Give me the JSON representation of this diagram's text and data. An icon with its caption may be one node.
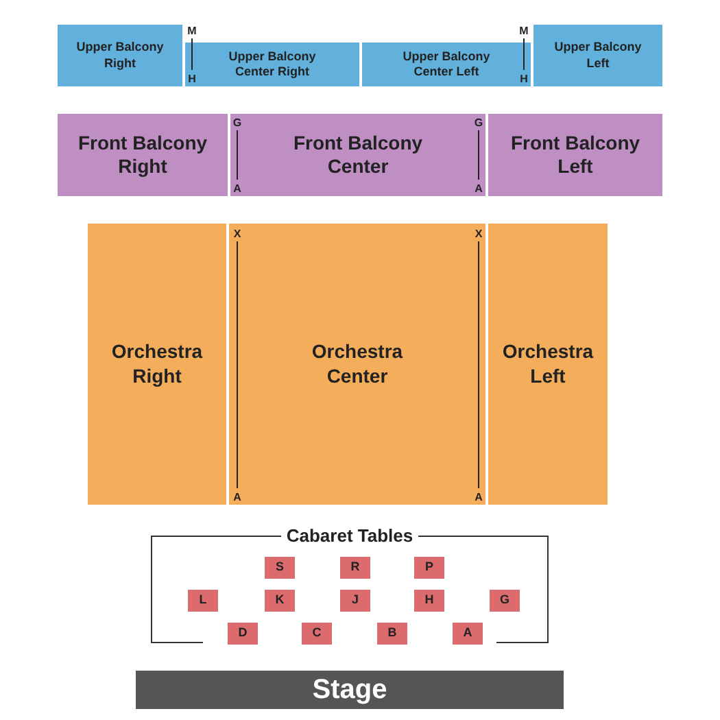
{
  "diagram": {
    "nodes": [
      {
        "text": [
          "Upper Balcony Right"
        ]
      },
      {
        "text": [
          "Upper Balcony Center Right"
        ]
      },
      {
        "text": [
          "Upper Balcony Center Left"
        ]
      },
      {
        "text": [
          "Upper Balcony Left"
        ]
      },
      {
        "text": [
          "Front Balcony Right"
        ]
      },
      {
        "text": [
          "Front Balcony Center"
        ]
      },
      {
        "text": [
          "Front Balcony Left"
        ]
      },
      {
        "text": [
          "Orchestra Right"
        ]
      },
      {
        "text": [
          "Orchestra Center"
        ]
      },
      {
        "text": [
          "Orchestra Left"
        ]
      },
      {
        "text": [
          "Cabaret Tables"
        ]
      },
      {
        "text": [
          "S"
        ],
        "in": 10
      },
      {
        "text": [
          "R"
        ],
        "in": 10
      },
      {
        "text": [
          "P"
        ],
        "in": 10
      },
      {
        "text": [
          "L"
        ],
        "in": 10
      },
      {
        "text": [
          "K"
        ],
        "in": 10
      },
      {
        "text": [
          "J"
        ],
        "in": 10
      },
      {
        "text": [
          "H"
        ],
        "in": 10
      },
      {
        "text": [
          "G"
        ],
        "in": 10
      },
      {
        "text": [
          "D"
        ],
        "in": 10
      },
      {
        "text": [
          "C"
        ],
        "in": 10
      },
      {
        "text": [
          "B"
        ],
        "in": 10
      },
      {
        "text": [
          "A"
        ],
        "in": 10
      },
      {
        "text": [
          "Stage"
        ]
      }
    ],
    "edges": [],
    "labels": [
      "M",
      "H",
      "M",
      "H",
      "G",
      "A",
      "G",
      "A",
      "X",
      "A",
      "X",
      "A"
    ]
  }
}
